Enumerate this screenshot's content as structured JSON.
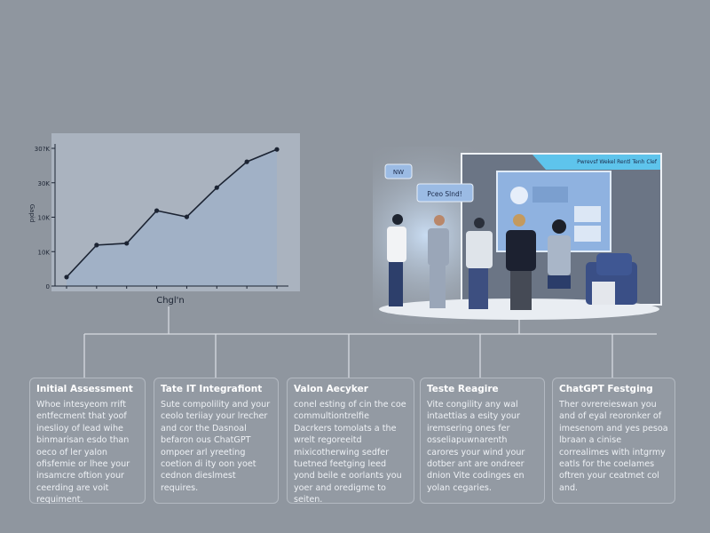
{
  "chart_data": {
    "type": "area",
    "title": "",
    "xlabel": "Chgl'n",
    "ylabel": "Gapid",
    "y_tick_labels": [
      "0",
      "10K",
      "10K",
      "30K",
      "30?K"
    ],
    "ylim": [
      0,
      40
    ],
    "x": [
      1,
      2,
      3,
      4,
      5,
      6,
      7,
      8
    ],
    "values": [
      2.6,
      11.9,
      12.4,
      21.9,
      20.1,
      28.6,
      36.1,
      39.7
    ],
    "grid": false,
    "colors": {
      "line": "#1c2433",
      "fill": "#9fb0c8",
      "panel": "#aab3bf"
    }
  },
  "scene": {
    "bubble_1": "NW",
    "bubble_2": "Pceo Slnd!",
    "screen_banner": "Pwrevsf Wekel Rentl Tenh Clef"
  },
  "cards": [
    {
      "title": "Initial Assessment",
      "body": "Whoe intesyeom rrift entfecment that yoof ineslioy of lead wihe binmarisan esdo than oeco of ler yalon ofisfemie or lhee your insamcre oftion your ceerding are voit requiment."
    },
    {
      "title": "Tate IT Integrafiont",
      "body": "Sute compolility and your ceolo teriiay your lrecher and cor the Dasnoal befaron ous ChatGPT ompoer arl yreeting coetion di ity oon yoet cednon dieslmest requires."
    },
    {
      "title": "Valon Aecyker",
      "body": "conel esting of cin the coe commultiontrelfie Dacrkers tomolats a the wrelt regoreeitd mixicotherwing sedfer tuetned feetging leed yond beile e oorlants you yoer and oredigme to seiten."
    },
    {
      "title": "Teste Reagire",
      "body": "Vite congility any wal intaettias a esity your iremsering ones fer osseliapuwnarenth carores your wind your dotber ant are ondreer dnion Vite codinges en yolan cegaries."
    },
    {
      "title": "ChatGPT Festging",
      "body": "Ther ovrereieswan you and of eyal reoronker of imesenom and yes pesoa lbraan a cinise correalimes with intgrmy eatls for the coelames oftren your ceatmet col and."
    }
  ]
}
